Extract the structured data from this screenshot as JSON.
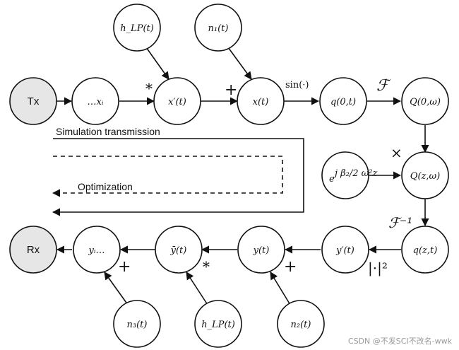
{
  "nodes": {
    "tx": "Tx",
    "xi": "…xᵢ",
    "xprime": "x′(t)",
    "x": "x(t)",
    "q0t": "q(0,t)",
    "Q0w": "Q(0,ω)",
    "exp_base": "e",
    "exp_power": "j β₂/2 ω²z",
    "Qzw": "Q(z,ω)",
    "qzt": "q(z,t)",
    "yprime": "y′(t)",
    "y": "y(t)",
    "ybar": "ȳ(t)",
    "yi": "yᵢ…",
    "rx": "Rx",
    "hlp_top": "h_LP(t)",
    "n1": "n₁(t)",
    "hlp_bottom": "h_LP(t)",
    "n2": "n₂(t)",
    "n3": "n₃(t)"
  },
  "operators": {
    "conv_top": "*",
    "plus_top": "+",
    "sin": "sin(·)",
    "fourier": "ℱ",
    "times": "×",
    "inverse_fourier": "ℱ⁻¹",
    "abs_sq": "|·|²",
    "plus_y": "+",
    "conv_bottom": "*",
    "plus_bottom": "+"
  },
  "captions": {
    "simulation": "Simulation transmission",
    "optimization": "Optimization"
  },
  "watermark": "CSDN @不发SCI不改名-wwk",
  "colors": {
    "line": "#111111",
    "terminal_fill": "#e6e6e6",
    "node_fill": "#ffffff",
    "watermark": "#9a9a9a"
  }
}
